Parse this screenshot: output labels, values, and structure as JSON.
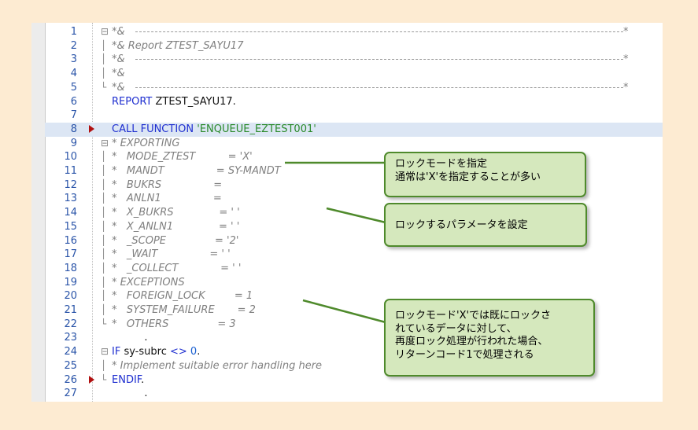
{
  "editor": {
    "lines": [
      {
        "n": "1",
        "fold": "⊟",
        "parts": [
          {
            "t": "*&",
            "c": "c"
          }
        ],
        "rule": true
      },
      {
        "n": "2",
        "fold": "│",
        "parts": [
          {
            "t": "*& Report ZTEST_SAYU17",
            "c": "c"
          }
        ]
      },
      {
        "n": "3",
        "fold": "│",
        "parts": [
          {
            "t": "*&",
            "c": "c"
          }
        ],
        "rule": true
      },
      {
        "n": "4",
        "fold": "│",
        "parts": [
          {
            "t": "*&",
            "c": "c"
          }
        ]
      },
      {
        "n": "5",
        "fold": "└",
        "parts": [
          {
            "t": "*&",
            "c": "c"
          }
        ],
        "rule": true
      },
      {
        "n": "6",
        "fold": "",
        "parts": [
          {
            "t": "REPORT",
            "c": "kw"
          },
          {
            "t": " ZTEST_SAYU17.",
            "c": ""
          }
        ]
      },
      {
        "n": "7",
        "fold": "",
        "parts": []
      },
      {
        "n": "8",
        "fold": "",
        "marker": true,
        "highlight": true,
        "parts": [
          {
            "t": "CALL FUNCTION",
            "c": "kw"
          },
          {
            "t": " ",
            "c": ""
          },
          {
            "t": "'ENQUEUE_EZTEST001'",
            "c": "str"
          }
        ]
      },
      {
        "n": "9",
        "fold": "⊟",
        "parts": [
          {
            "t": "* EXPORTING",
            "c": "c"
          }
        ]
      },
      {
        "n": "10",
        "fold": "│",
        "parts": [
          {
            "t": "*   MODE_ZTEST          = 'X'",
            "c": "c"
          }
        ]
      },
      {
        "n": "11",
        "fold": "│",
        "parts": [
          {
            "t": "*   MANDT                = SY-MANDT",
            "c": "c"
          }
        ]
      },
      {
        "n": "12",
        "fold": "│",
        "parts": [
          {
            "t": "*   BUKRS                =",
            "c": "c"
          }
        ]
      },
      {
        "n": "13",
        "fold": "│",
        "parts": [
          {
            "t": "*   ANLN1                =",
            "c": "c"
          }
        ]
      },
      {
        "n": "14",
        "fold": "│",
        "parts": [
          {
            "t": "*   X_BUKRS              = ' '",
            "c": "c"
          }
        ]
      },
      {
        "n": "15",
        "fold": "│",
        "parts": [
          {
            "t": "*   X_ANLN1              = ' '",
            "c": "c"
          }
        ]
      },
      {
        "n": "16",
        "fold": "│",
        "parts": [
          {
            "t": "*   _SCOPE               = '2'",
            "c": "c"
          }
        ]
      },
      {
        "n": "17",
        "fold": "│",
        "parts": [
          {
            "t": "*   _WAIT                = ' '",
            "c": "c"
          }
        ]
      },
      {
        "n": "18",
        "fold": "│",
        "parts": [
          {
            "t": "*   _COLLECT             = ' '",
            "c": "c"
          }
        ]
      },
      {
        "n": "19",
        "fold": "│",
        "parts": [
          {
            "t": "* EXCEPTIONS",
            "c": "c"
          }
        ]
      },
      {
        "n": "20",
        "fold": "│",
        "parts": [
          {
            "t": "*   FOREIGN_LOCK         = 1",
            "c": "c"
          }
        ]
      },
      {
        "n": "21",
        "fold": "│",
        "parts": [
          {
            "t": "*   SYSTEM_FAILURE       = 2",
            "c": "c"
          }
        ]
      },
      {
        "n": "22",
        "fold": "└",
        "parts": [
          {
            "t": "*   OTHERS               = 3",
            "c": "c"
          }
        ]
      },
      {
        "n": "23",
        "fold": "",
        "parts": [
          {
            "t": "          .",
            "c": ""
          }
        ]
      },
      {
        "n": "24",
        "fold": "⊟",
        "parts": [
          {
            "t": "IF",
            "c": "kw"
          },
          {
            "t": " sy-subrc ",
            "c": ""
          },
          {
            "t": "<>",
            "c": "kw"
          },
          {
            "t": " ",
            "c": ""
          },
          {
            "t": "0",
            "c": "num"
          },
          {
            "t": ".",
            "c": ""
          }
        ]
      },
      {
        "n": "25",
        "fold": "│",
        "parts": [
          {
            "t": "* Implement suitable error handling here",
            "c": "c"
          }
        ]
      },
      {
        "n": "26",
        "fold": "└",
        "marker": true,
        "parts": [
          {
            "t": "ENDIF",
            "c": "kw"
          },
          {
            "t": ".",
            "c": ""
          }
        ]
      },
      {
        "n": "27",
        "fold": "",
        "parts": [
          {
            "t": "          .",
            "c": ""
          }
        ]
      }
    ],
    "rule_end": "*"
  },
  "callouts": [
    {
      "name": "callout-lock-mode",
      "text": "ロックモードを指定\n通常は'X'を指定することが多い"
    },
    {
      "name": "callout-lock-params",
      "text": "ロックするパラメータを設定"
    },
    {
      "name": "callout-lock-x-behavior",
      "text": "ロックモード'X'では既にロックさ\nれているデータに対して、\n再度ロック処理が行われた場合、\nリターンコード1で処理される"
    }
  ],
  "colors": {
    "callout_fill": "#d5e8bd",
    "callout_border": "#4f8a2c",
    "keyword": "#1f2fd0",
    "string": "#2a8a2a",
    "comment": "#808080",
    "line_number": "#2a54a8"
  }
}
